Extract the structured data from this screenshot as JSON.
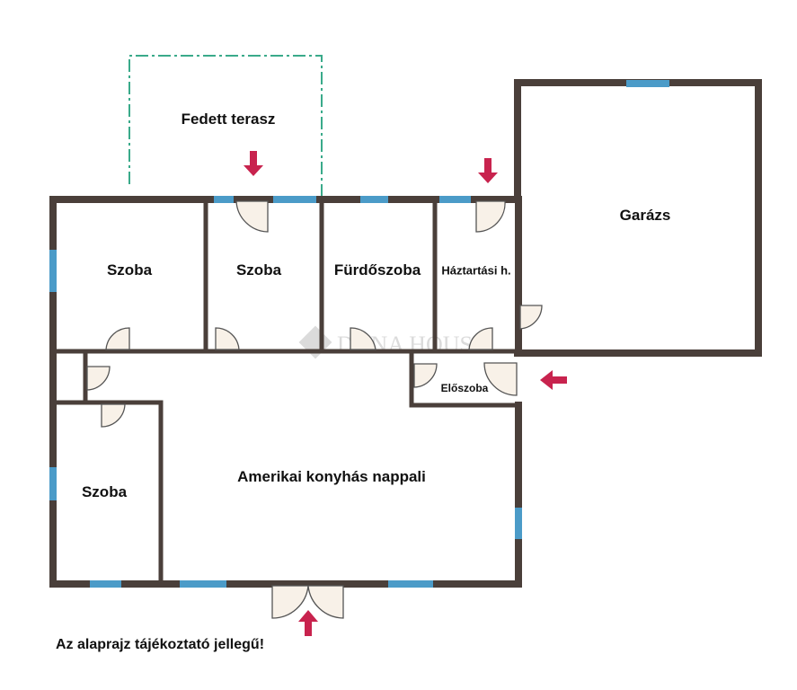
{
  "rooms": {
    "terrace": "Fedett terasz",
    "room1": "Szoba",
    "room2": "Szoba",
    "bathroom": "Fürdőszoba",
    "utility": "Háztartási h.",
    "garage": "Garázs",
    "hall": "Előszoba",
    "living": "Amerikai konyhás nappali",
    "room3": "Szoba"
  },
  "watermark": "DUNA HOUSE",
  "disclaimer": "Az alaprajz tájékoztató jellegű!",
  "colors": {
    "wall": "#4a3f3a",
    "window": "#4b9bc8",
    "arrow": "#c8234e",
    "terrace": "#3aaa8a"
  }
}
